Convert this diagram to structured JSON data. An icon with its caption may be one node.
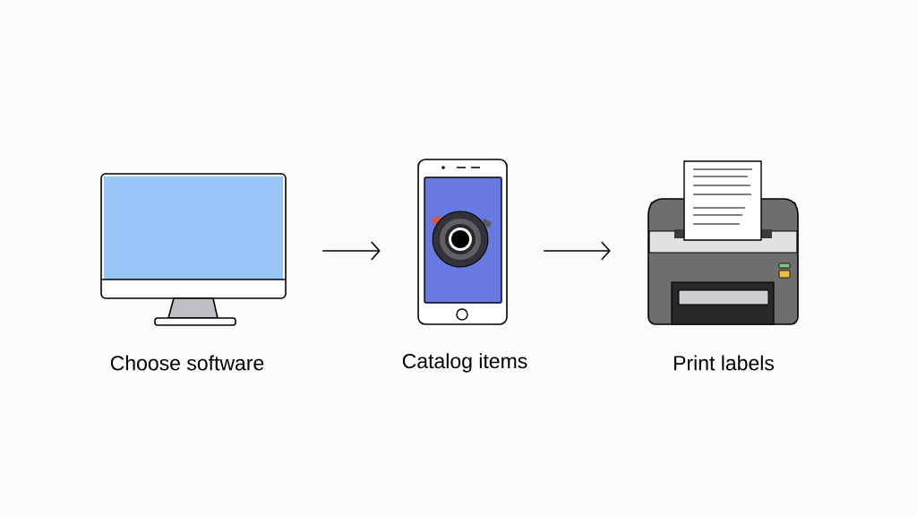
{
  "diagram": {
    "nodes": [
      {
        "text": [
          "Choose software"
        ]
      },
      {
        "text": [
          "Catalog items"
        ]
      },
      {
        "text": [
          "Print labels"
        ]
      }
    ],
    "edges": [
      {
        "from": 0,
        "to": 1,
        "arrow": "to"
      },
      {
        "from": 1,
        "to": 2,
        "arrow": "to"
      }
    ]
  }
}
